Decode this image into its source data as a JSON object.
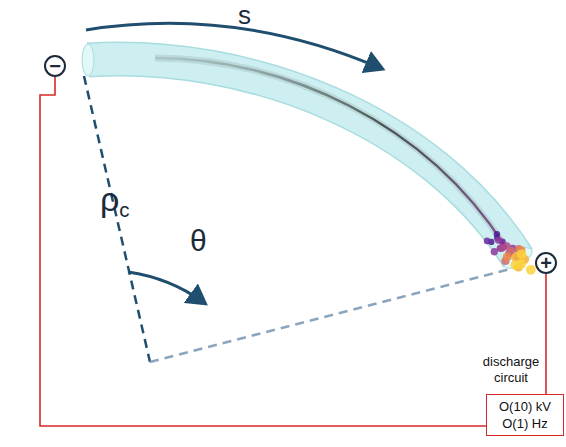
{
  "diagram": {
    "nodes": [
      {
        "text": [
          "−"
        ]
      },
      {
        "text": [
          "+"
        ]
      },
      {
        "text": [
          "discharge circuit",
          "O(10) kV",
          "O(1) Hz"
        ]
      }
    ],
    "edges": [
      {
        "from": 0,
        "to": 2,
        "arrow": "none"
      },
      {
        "from": 2,
        "to": 1,
        "arrow": "none"
      }
    ],
    "labels": [
      "s",
      "ρc",
      "θ"
    ]
  }
}
